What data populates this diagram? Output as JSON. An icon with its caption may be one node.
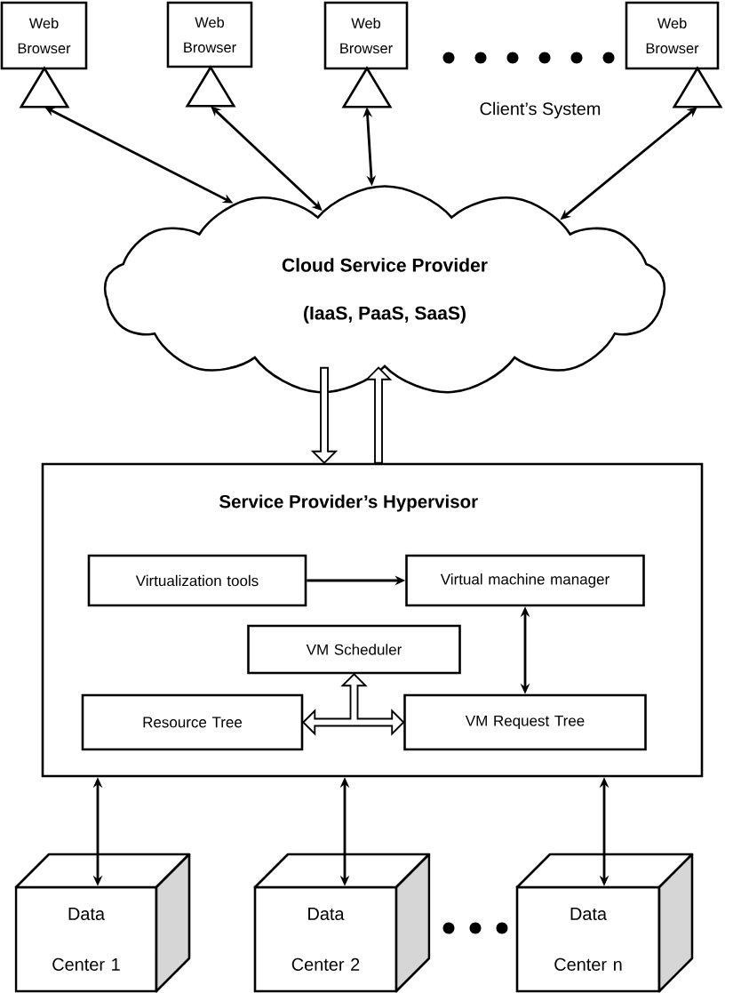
{
  "diagram": {
    "nodes": [
      {
        "text": [
          "Web Browser"
        ]
      },
      {
        "text": [
          "Web Browser"
        ]
      },
      {
        "text": [
          "Web Browser"
        ]
      },
      {
        "text": [
          "Web Browser"
        ]
      },
      {
        "text": [],
        "shape": "triangle"
      },
      {
        "text": [],
        "shape": "triangle"
      },
      {
        "text": [],
        "shape": "triangle"
      },
      {
        "text": [],
        "shape": "triangle"
      },
      {
        "text": [
          "Cloud Service Provider",
          "(IaaS, PaaS, SaaS)"
        ]
      },
      {
        "text": [
          "Service Provider’s Hypervisor"
        ]
      },
      {
        "text": [
          "Virtualization tools"
        ],
        "in": 9
      },
      {
        "text": [
          "Virtual machine manager"
        ],
        "in": 9
      },
      {
        "text": [
          "VM Scheduler"
        ],
        "in": 9
      },
      {
        "text": [
          "Resource Tree"
        ],
        "in": 9
      },
      {
        "text": [
          "VM Request Tree"
        ],
        "in": 9
      },
      {
        "text": [
          "Data Center 1"
        ]
      },
      {
        "text": [
          "Data Center 2"
        ]
      },
      {
        "text": [
          "Data Center n"
        ]
      }
    ],
    "edges": [
      {
        "from": 4,
        "to": 8,
        "arrow": "both"
      },
      {
        "from": 5,
        "to": 8,
        "arrow": "both"
      },
      {
        "from": 6,
        "to": 8,
        "arrow": "both"
      },
      {
        "from": 7,
        "to": 8,
        "arrow": "both"
      },
      {
        "from": 8,
        "to": 9,
        "arrow": "to",
        "style": "thick"
      },
      {
        "from": 9,
        "to": 8,
        "arrow": "to",
        "style": "thick"
      },
      {
        "from": 10,
        "to": 11,
        "arrow": "to"
      },
      {
        "from": 11,
        "to": 14,
        "arrow": "both"
      },
      {
        "from": 13,
        "to": 14,
        "arrow": "both",
        "style": "thick"
      },
      {
        "from": 13,
        "to": 12,
        "arrow": "both",
        "style": "thick"
      },
      {
        "from": 14,
        "to": 12,
        "arrow": "both",
        "style": "thick"
      },
      {
        "from": 9,
        "to": 15,
        "arrow": "both"
      },
      {
        "from": 9,
        "to": 16,
        "arrow": "both"
      },
      {
        "from": 9,
        "to": 17,
        "arrow": "both"
      }
    ],
    "labels": [
      "Client’s System"
    ]
  }
}
